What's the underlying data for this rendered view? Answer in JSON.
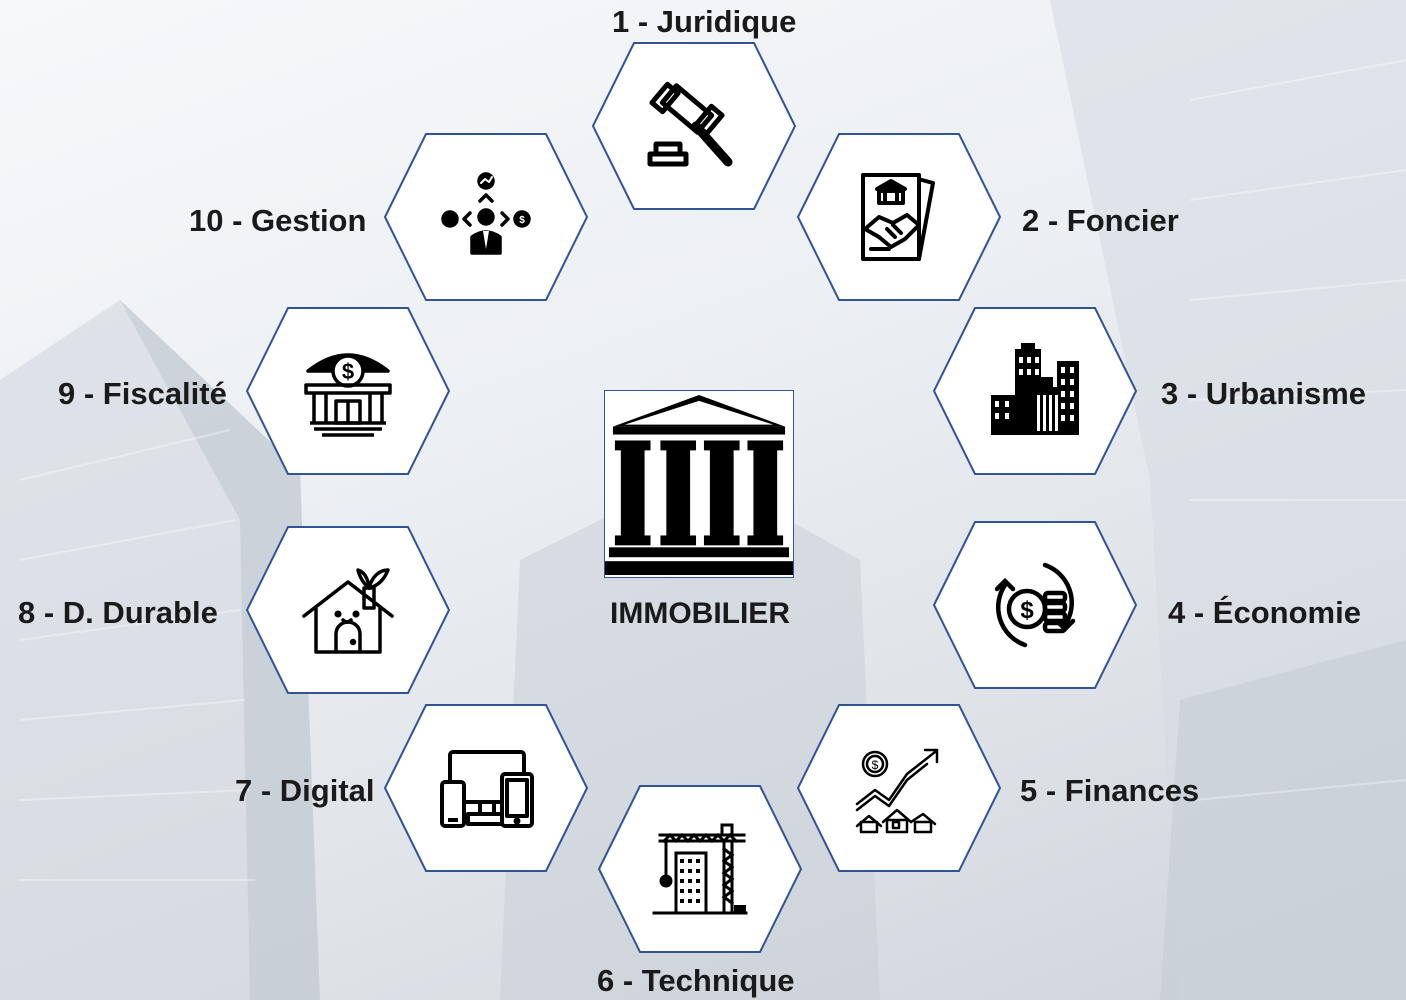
{
  "diagram": {
    "center": {
      "label": "IMMOBILIER",
      "icon": "bank-building-icon"
    },
    "accent": "#2f5597",
    "nodes": [
      {
        "label": "1 - Juridique",
        "icon": "gavel-icon"
      },
      {
        "label": "2 - Foncier",
        "icon": "land-deed-handshake-icon"
      },
      {
        "label": "3 - Urbanisme",
        "icon": "city-buildings-icon"
      },
      {
        "label": "4 - Économie",
        "icon": "dollar-coins-cycle-icon"
      },
      {
        "label": "5 - Finances",
        "icon": "real-estate-growth-icon"
      },
      {
        "label": "6 - Technique",
        "icon": "construction-crane-icon"
      },
      {
        "label": "7 - Digital",
        "icon": "devices-icon"
      },
      {
        "label": "8 - D. Durable",
        "icon": "eco-house-icon"
      },
      {
        "label": "9 - Fiscalité",
        "icon": "tax-building-icon"
      },
      {
        "label": "10 - Gestion",
        "icon": "management-icon"
      }
    ]
  }
}
